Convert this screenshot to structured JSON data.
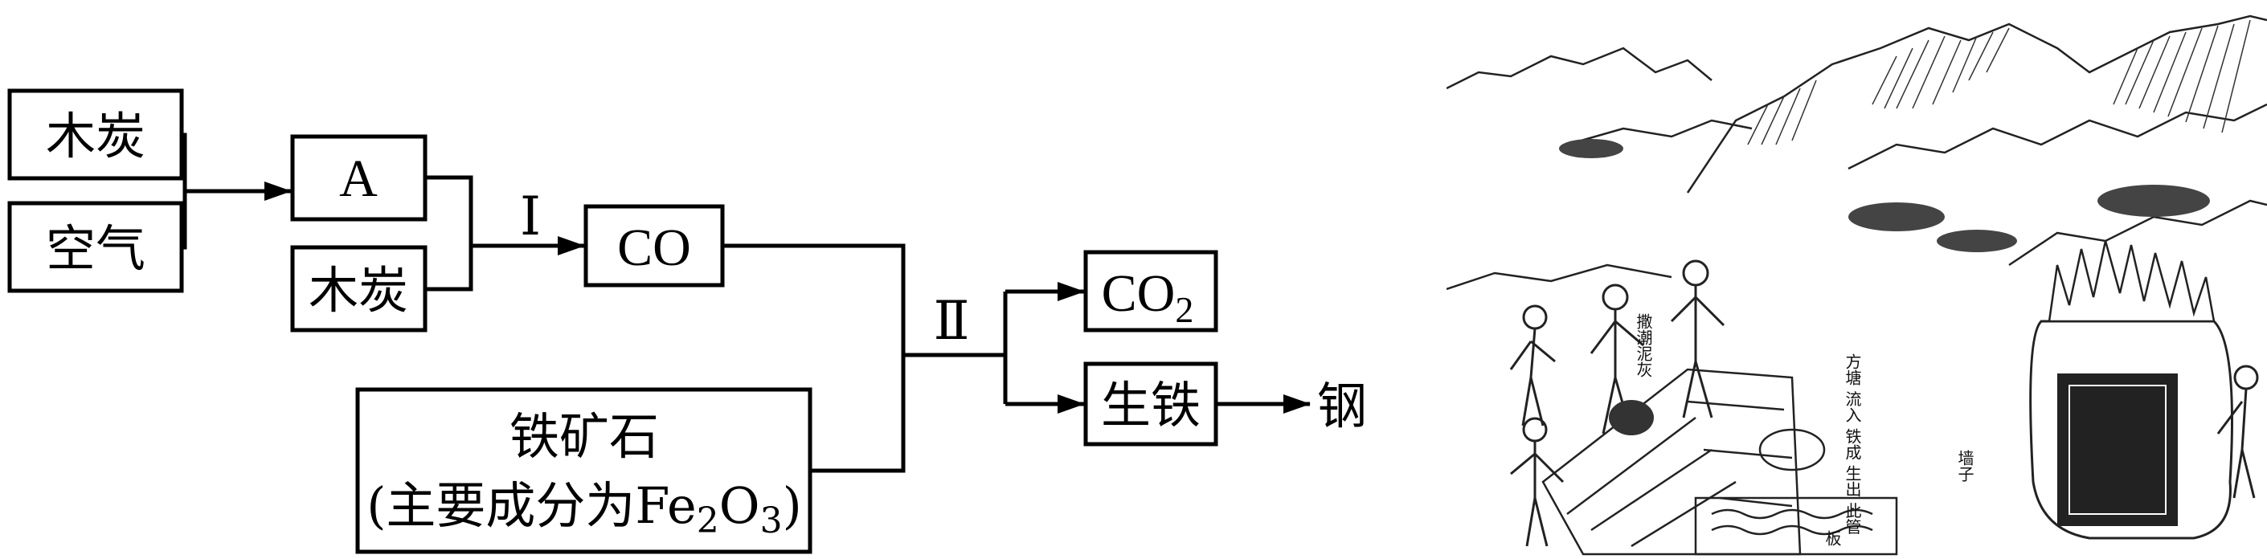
{
  "flow": {
    "charcoal_1": "木炭",
    "air": "空气",
    "a": "A",
    "charcoal_2": "木炭",
    "co": "CO",
    "step_1": "Ⅰ",
    "step_2": "Ⅱ",
    "co2": {
      "main": "CO",
      "sub": "2"
    },
    "pig_iron": "生铁",
    "steel": "钢",
    "ore_name": "铁矿石",
    "ore_desc_pre": "(主要成分为Fe",
    "ore_sub_1": "2",
    "ore_desc_mid": "O",
    "ore_sub_2": "3",
    "ore_desc_post": ")"
  },
  "illustration": {
    "label_1": "撒潮泥灰",
    "label_2": "方塘 流入 铁成 生出 此管",
    "label_3": "墙子",
    "label_4": "板"
  }
}
